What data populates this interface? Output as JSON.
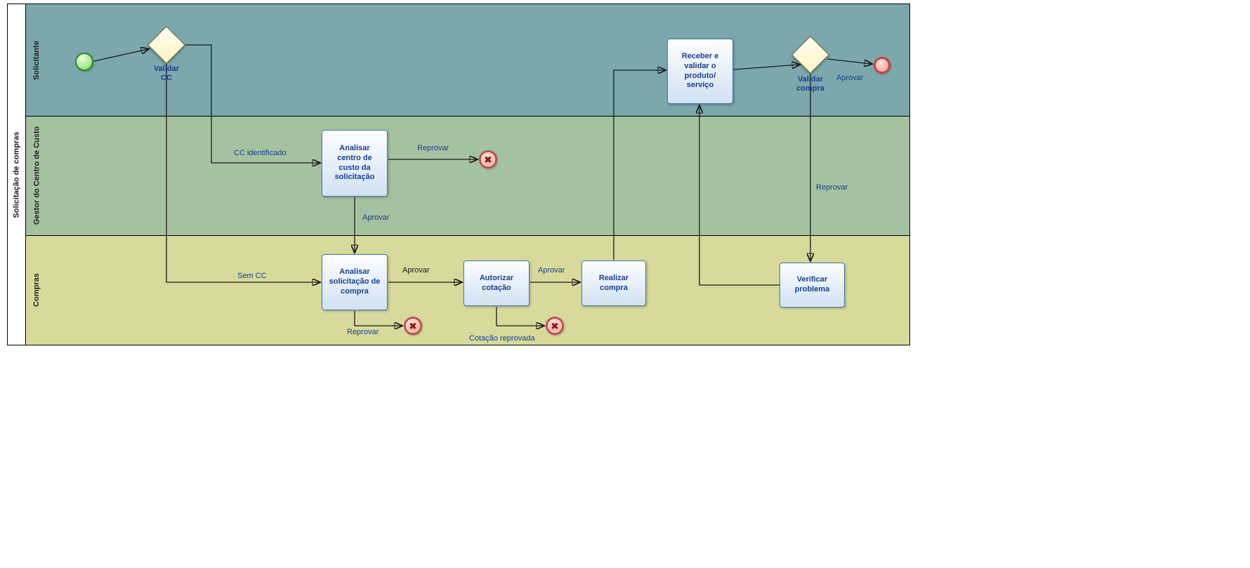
{
  "pool": {
    "label": "Solicitação de compras",
    "lanes": [
      {
        "label": "Solicitante"
      },
      {
        "label": "Gestor do Centro de Custo"
      },
      {
        "label": "Compras"
      }
    ]
  },
  "nodes": {
    "gateway_validar_cc": {
      "label": "Validar\nCC"
    },
    "gateway_validar_compra": {
      "label": "Validar\ncompra"
    },
    "task_analisar_centro_custo": {
      "label": "Analisar\ncentro de\ncusto da\nsolicitação"
    },
    "task_analisar_solicitacao": {
      "label": "Analisar\nsolicitação de\ncompra"
    },
    "task_autorizar_cotacao": {
      "label": "Autorizar\ncotação"
    },
    "task_realizar_compra": {
      "label": "Realizar\ncompra"
    },
    "task_receber_validar": {
      "label": "Receber e\nvalidar o\nproduto/\nserviço"
    },
    "task_verificar_problema": {
      "label": "Verificar\nproblema"
    }
  },
  "edge_labels": {
    "cc_identificado": "CC identificado",
    "sem_cc": "Sem CC",
    "reprovar_centro_custo": "Reprovar",
    "aprovar_centro_custo": "Aprovar",
    "aprovar_solicitacao": "Aprovar",
    "reprovar_solicitacao": "Reprovar",
    "aprovar_cotacao": "Aprovar",
    "cotacao_reprovada": "Cotação reprovada",
    "reprovar_compra": "Reprovar",
    "aprovar_compra": "Aprovar"
  },
  "icons": {
    "cancel_x": "✖"
  },
  "colors": {
    "lane-solicitante": "#7BA7AD",
    "lane-gestor": "#A5C2A0",
    "lane-compras": "#D7DA9B",
    "task-border": "#4676B0",
    "task-text": "#17418F",
    "edge-label": "#17418F",
    "edge-label-dark": "#1A1A1A",
    "gateway-fill": "#FDF4C2",
    "connector": "#1A1A1A"
  }
}
